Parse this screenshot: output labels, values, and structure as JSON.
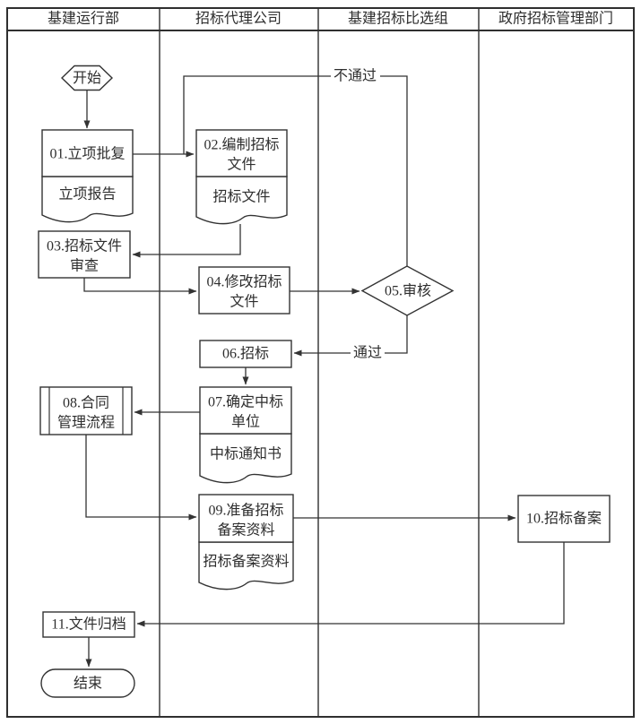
{
  "flowchart": {
    "title_note": "swimlane bidding process flowchart",
    "colors": {
      "line": "#333333",
      "text": "#2e2e2e",
      "background": "#ffffff"
    },
    "lanes": [
      {
        "label": "基建运行部"
      },
      {
        "label": "招标代理公司"
      },
      {
        "label": "基建招标比选组"
      },
      {
        "label": "政府招标管理部门"
      }
    ],
    "nodes": {
      "start": {
        "label": "开始",
        "shape": "hexagon"
      },
      "n01": {
        "line1": "01.立项批复",
        "doc": "立项报告",
        "shape": "process-with-document"
      },
      "n02": {
        "line1": "02.编制招标",
        "line2": "文件",
        "doc": "招标文件",
        "shape": "process-with-document"
      },
      "n03": {
        "line1": "03.招标文件",
        "line2": "审查",
        "shape": "process"
      },
      "n04": {
        "line1": "04.修改招标",
        "line2": "文件",
        "shape": "process"
      },
      "n05": {
        "label": "05.审核",
        "shape": "decision"
      },
      "n06": {
        "label": "06.招标",
        "shape": "process"
      },
      "n07": {
        "line1": "07.确定中标",
        "line2": "单位",
        "doc": "中标通知书",
        "shape": "process-with-document"
      },
      "n08": {
        "line1": "08.合同",
        "line2": "管理流程",
        "shape": "predefined-process"
      },
      "n09": {
        "line1": "09.准备招标",
        "line2": "备案资料",
        "doc": "招标备案资料",
        "shape": "process-with-document"
      },
      "n10": {
        "label": "10.招标备案",
        "shape": "process"
      },
      "n11": {
        "label": "11.文件归档",
        "shape": "process"
      },
      "end": {
        "label": "结束",
        "shape": "terminator"
      }
    },
    "edge_labels": {
      "reject": "不通过",
      "approve": "通过"
    },
    "edges": [
      {
        "from": "start",
        "to": "n01"
      },
      {
        "from": "n01",
        "to": "n02"
      },
      {
        "from": "n02",
        "to": "n03"
      },
      {
        "from": "n03",
        "to": "n04"
      },
      {
        "from": "n04",
        "to": "n05"
      },
      {
        "from": "n05",
        "to": "n02",
        "label": "不通过"
      },
      {
        "from": "n05",
        "to": "n06",
        "label": "通过"
      },
      {
        "from": "n06",
        "to": "n07"
      },
      {
        "from": "n07",
        "to": "n08"
      },
      {
        "from": "n08",
        "to": "n09"
      },
      {
        "from": "n09",
        "to": "n10"
      },
      {
        "from": "n10",
        "to": "n11"
      },
      {
        "from": "n11",
        "to": "end"
      }
    ]
  }
}
